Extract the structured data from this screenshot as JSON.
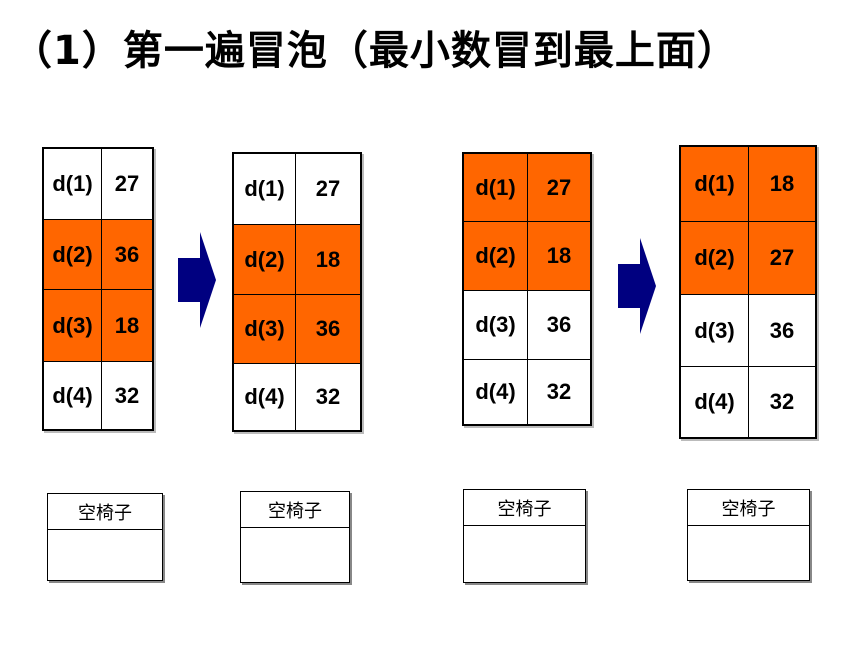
{
  "title": "（1）第一遍冒泡（最小数冒到最上面）",
  "chair_label": "空椅子",
  "arrays": [
    {
      "rows": [
        {
          "name": "d(1)",
          "value": "27",
          "highlight": false
        },
        {
          "name": "d(2)",
          "value": "36",
          "highlight": true
        },
        {
          "name": "d(3)",
          "value": "18",
          "highlight": true
        },
        {
          "name": "d(4)",
          "value": "32",
          "highlight": false
        }
      ]
    },
    {
      "rows": [
        {
          "name": "d(1)",
          "value": "27",
          "highlight": false
        },
        {
          "name": "d(2)",
          "value": "18",
          "highlight": true
        },
        {
          "name": "d(3)",
          "value": "36",
          "highlight": true
        },
        {
          "name": "d(4)",
          "value": "32",
          "highlight": false
        }
      ]
    },
    {
      "rows": [
        {
          "name": "d(1)",
          "value": "27",
          "highlight": true
        },
        {
          "name": "d(2)",
          "value": "18",
          "highlight": true
        },
        {
          "name": "d(3)",
          "value": "36",
          "highlight": false
        },
        {
          "name": "d(4)",
          "value": "32",
          "highlight": false
        }
      ]
    },
    {
      "rows": [
        {
          "name": "d(1)",
          "value": "18",
          "highlight": true
        },
        {
          "name": "d(2)",
          "value": "27",
          "highlight": true
        },
        {
          "name": "d(3)",
          "value": "36",
          "highlight": false
        },
        {
          "name": "d(4)",
          "value": "32",
          "highlight": false
        }
      ]
    }
  ],
  "colors": {
    "highlight": "#ff6600",
    "arrow": "#000080"
  },
  "icons": {
    "step_arrow": "right-arrow-icon"
  }
}
